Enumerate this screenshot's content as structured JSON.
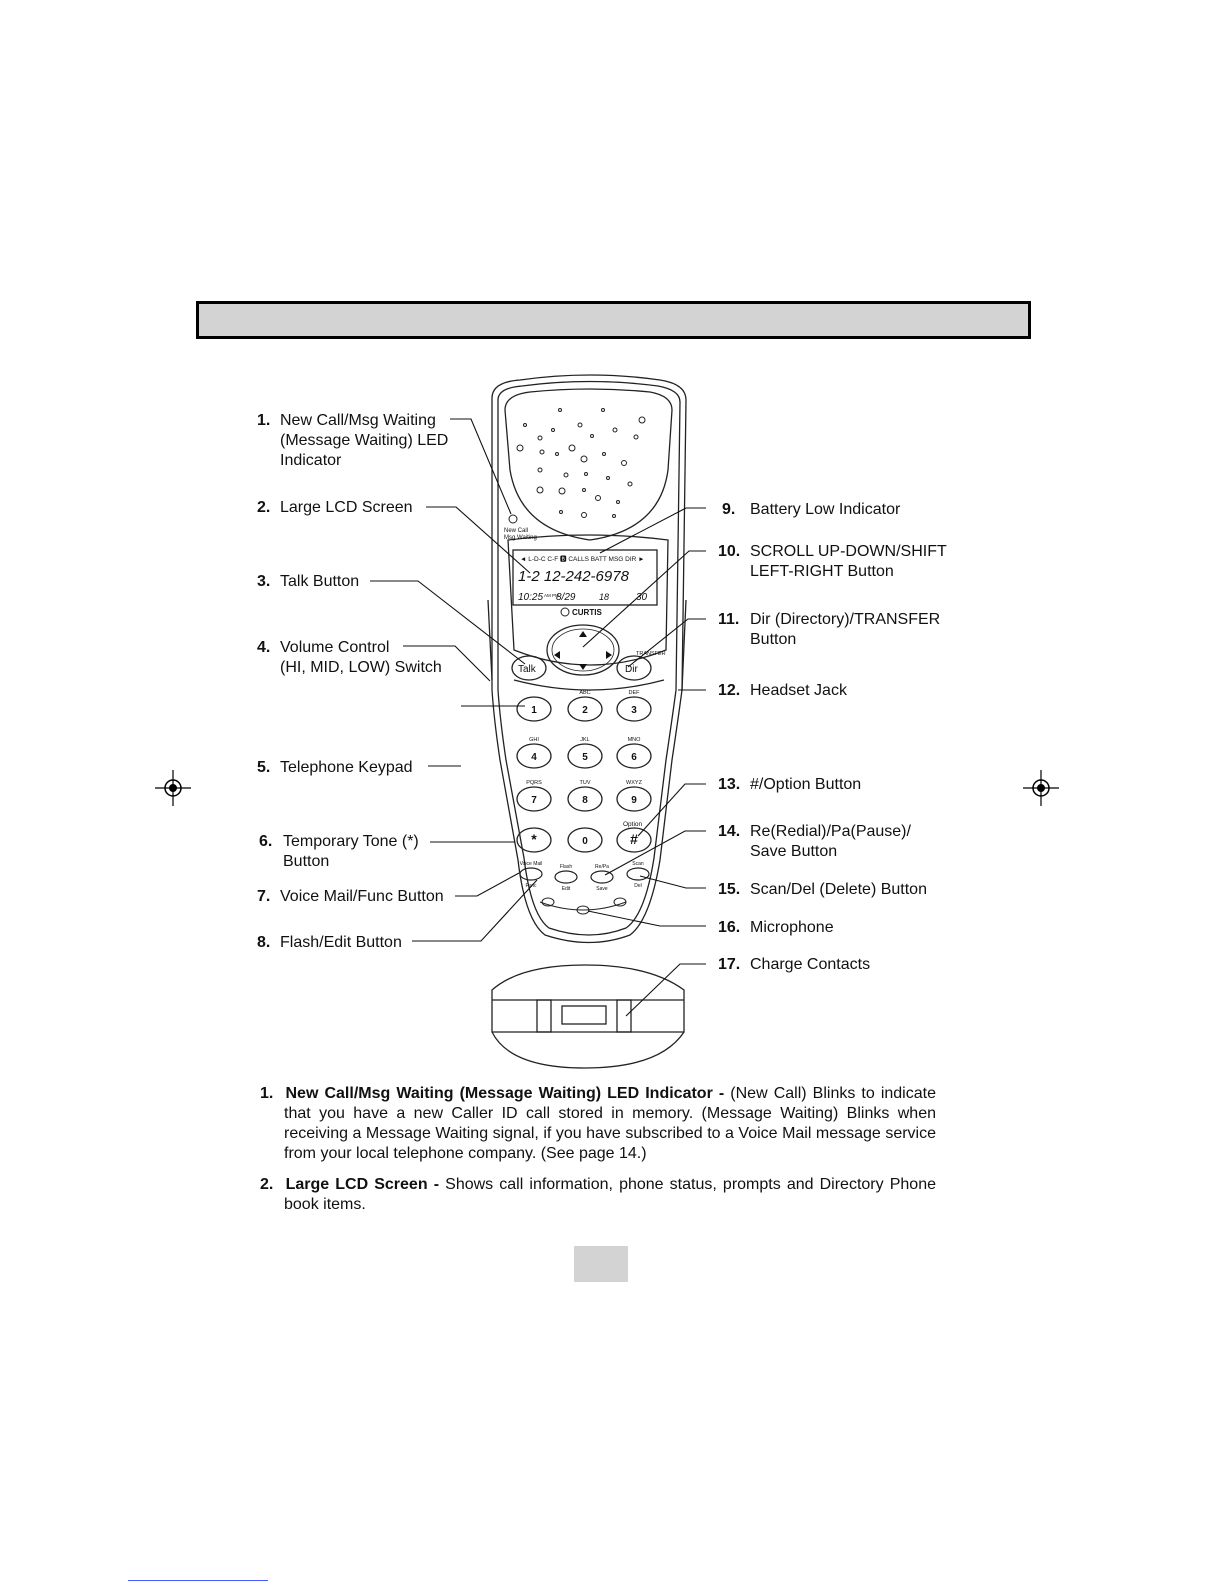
{
  "labels_left": [
    {
      "num": "1.",
      "lines": [
        "New Call/Msg Waiting",
        "(Message Waiting) LED",
        "Indicator"
      ]
    },
    {
      "num": "2.",
      "lines": [
        "Large LCD Screen"
      ]
    },
    {
      "num": "3.",
      "lines": [
        "Talk Button"
      ]
    },
    {
      "num": "4.",
      "lines": [
        "Volume Control",
        "(HI, MID, LOW) Switch"
      ]
    },
    {
      "num": "5.",
      "lines": [
        "Telephone Keypad"
      ]
    },
    {
      "num": "6.",
      "lines": [
        "Temporary Tone (*)",
        "Button"
      ]
    },
    {
      "num": "7.",
      "lines": [
        "Voice Mail/Func Button"
      ]
    },
    {
      "num": "8.",
      "lines": [
        "Flash/Edit Button"
      ]
    }
  ],
  "labels_right": [
    {
      "num": "9.",
      "lines": [
        "Battery Low Indicator"
      ]
    },
    {
      "num": "10.",
      "lines": [
        "SCROLL UP-DOWN/SHIFT",
        "LEFT-RIGHT Button"
      ]
    },
    {
      "num": "11.",
      "lines": [
        "Dir (Directory)/TRANSFER",
        "Button"
      ]
    },
    {
      "num": "12.",
      "lines": [
        "Headset Jack"
      ]
    },
    {
      "num": "13.",
      "lines": [
        "#/Option Button"
      ]
    },
    {
      "num": "14.",
      "lines": [
        "Re(Redial)/Pa(Pause)/",
        "Save Button"
      ]
    },
    {
      "num": "15.",
      "lines": [
        "Scan/Del (Delete) Button"
      ]
    },
    {
      "num": "16.",
      "lines": [
        "Microphone"
      ]
    },
    {
      "num": "17.",
      "lines": [
        "Charge Contacts"
      ]
    }
  ],
  "phone": {
    "led_label_1": "New Call",
    "led_label_2": "Msg Waiting",
    "lcd_top": "◄ L-D-C C-F 🅱 CALLS BATT MSG DIR ►",
    "lcd_number": "1-2 12-242-6978",
    "lcd_time": "10:25",
    "lcd_ampm": "AM PM",
    "lcd_date": "8/29",
    "lcd_count": "18",
    "lcd_total": "30",
    "brand": "CURTIS",
    "talk": "Talk",
    "dir": "Dir",
    "transfer": "TRANSFER",
    "option": "Option",
    "keys": [
      {
        "digit": "1",
        "letters": ""
      },
      {
        "digit": "2",
        "letters": "ABC"
      },
      {
        "digit": "3",
        "letters": "DEF"
      },
      {
        "digit": "4",
        "letters": "GHI"
      },
      {
        "digit": "5",
        "letters": "JKL"
      },
      {
        "digit": "6",
        "letters": "MNO"
      },
      {
        "digit": "7",
        "letters": "PQRS"
      },
      {
        "digit": "8",
        "letters": "TUV"
      },
      {
        "digit": "9",
        "letters": "WXYZ"
      },
      {
        "digit": "*",
        "letters": ""
      },
      {
        "digit": "0",
        "letters": ""
      },
      {
        "digit": "#",
        "letters": ""
      }
    ],
    "small_buttons": [
      {
        "top": "Voice Mail",
        "bottom": "Func"
      },
      {
        "top": "Flash",
        "bottom": "Edit"
      },
      {
        "top": "Re/Pa",
        "bottom": "Save"
      },
      {
        "top": "Scan",
        "bottom": "Del"
      }
    ]
  },
  "descriptions": [
    {
      "num": "1.",
      "head": "New Call/Msg Waiting (Message Waiting) LED Indicator -",
      "text": "(New Call) Blinks to indicate that you have a new Caller ID call stored in memory. (Message  Waiting) Blinks when receiving a Message Waiting signal, if you have subscribed to a Voice Mail message service from your local telephone company. (See page 14.)"
    },
    {
      "num": "2.",
      "head": "Large LCD Screen -",
      "text": "Shows call information, phone status, prompts and Directory Phone book  items."
    }
  ]
}
